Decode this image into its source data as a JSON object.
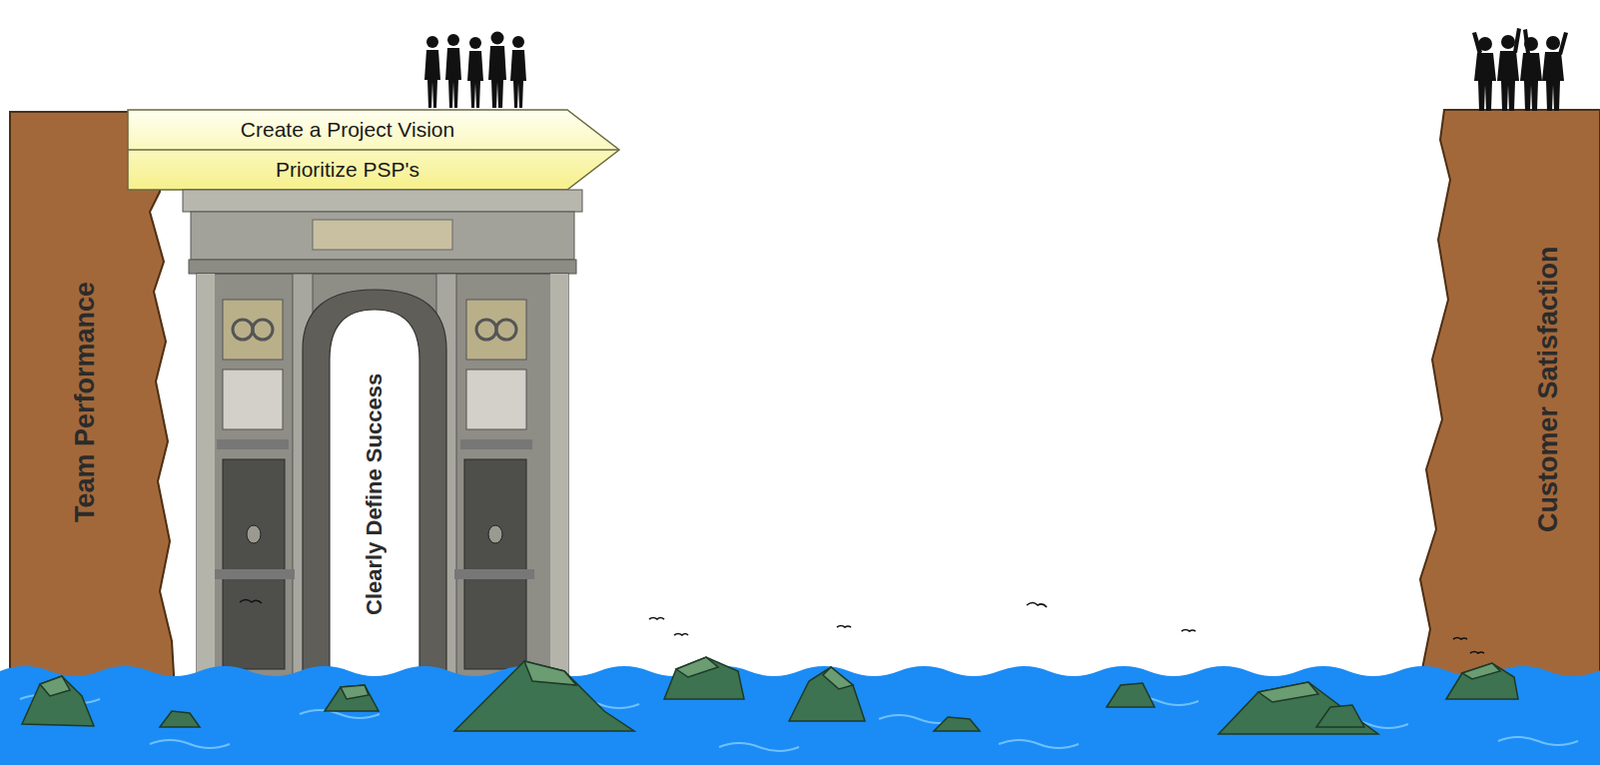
{
  "diagram": {
    "nodes": [
      {
        "text": [
          "Team Performance"
        ]
      },
      {
        "text": [
          "Create a Project Vision",
          "Prioritize PSP's"
        ]
      },
      {
        "text": [
          "Clearly Define Success"
        ]
      },
      {
        "text": [
          "Customer Satisfaction"
        ]
      }
    ]
  }
}
